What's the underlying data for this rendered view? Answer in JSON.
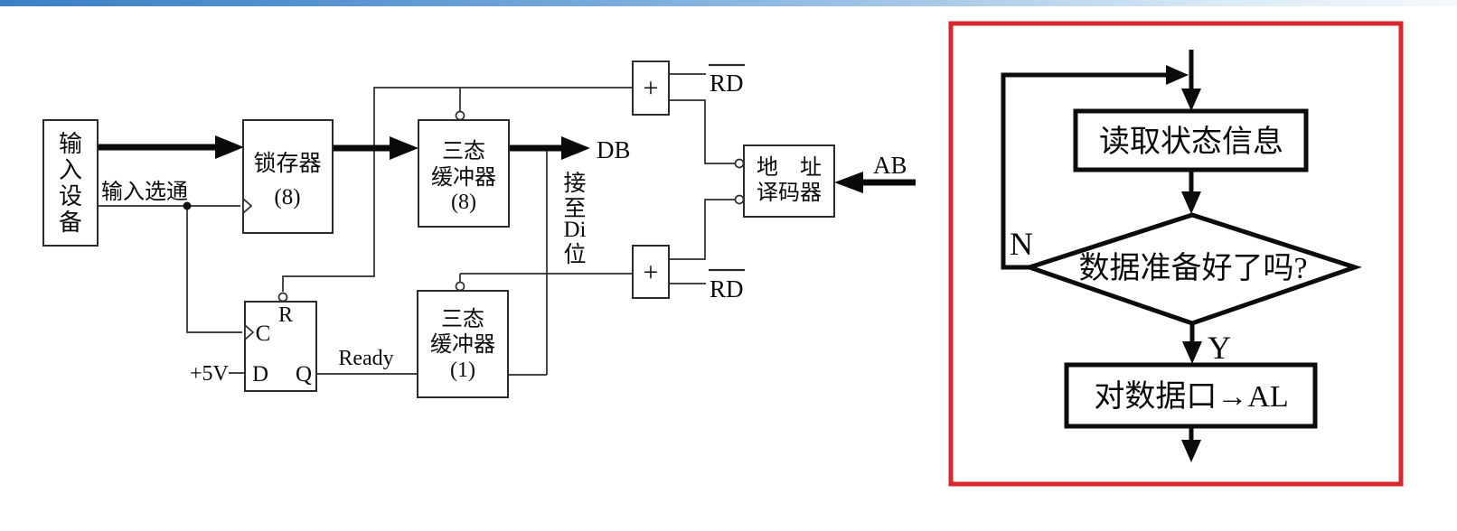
{
  "colors": {
    "red_border": "#d9272d",
    "ink": "#0c0c0c",
    "topbar_left_blue": "#3c80c4",
    "topbar_right_blue": "#f3f9fd"
  },
  "block_diagram": {
    "input_device_chars": [
      "输",
      "入",
      "设",
      "备"
    ],
    "input_strobe_label": "输入选通",
    "latch_line1": "锁存器",
    "latch_line2": "(8)",
    "buffer8_line1": "三态",
    "buffer8_line2": "缓冲器",
    "buffer8_line3": "(8)",
    "buffer1_line1": "三态",
    "buffer1_line2": "缓冲器",
    "buffer1_line3": "(1)",
    "decoder_line1": "地　址",
    "decoder_line2": "译码器",
    "db_label": "DB",
    "to_di_chars": [
      "接",
      "至",
      "Di",
      "位"
    ],
    "or_gate_plus": "+",
    "rd_label": "RD",
    "ab_label": "AB",
    "ff_r": "R",
    "ff_c": "C",
    "ff_d": "D",
    "ff_q": "Q",
    "plus5v_label": "+5V",
    "ready_label": "Ready"
  },
  "flowchart": {
    "read_status": "读取状态信息",
    "decision": "数据准备好了吗?",
    "store_al": "对数据口→AL",
    "n_label": "N",
    "y_label": "Y"
  }
}
